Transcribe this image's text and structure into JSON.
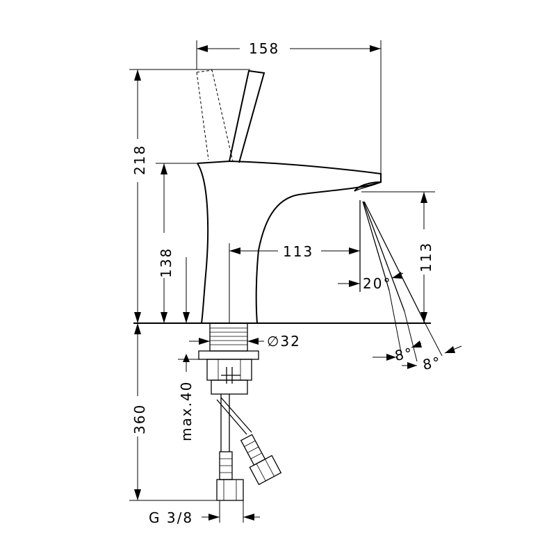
{
  "dimensions": {
    "width_top": "158",
    "height_total": "218",
    "height_body": "138",
    "reach": "113",
    "spout_height": "113",
    "spray_angle": "20°",
    "tilt_angle_1": "8°",
    "tilt_angle_2": "8°",
    "shank_diameter": "∅32",
    "max_thickness": "max.40",
    "hose_length": "360",
    "connection_thread": "G 3/8"
  }
}
